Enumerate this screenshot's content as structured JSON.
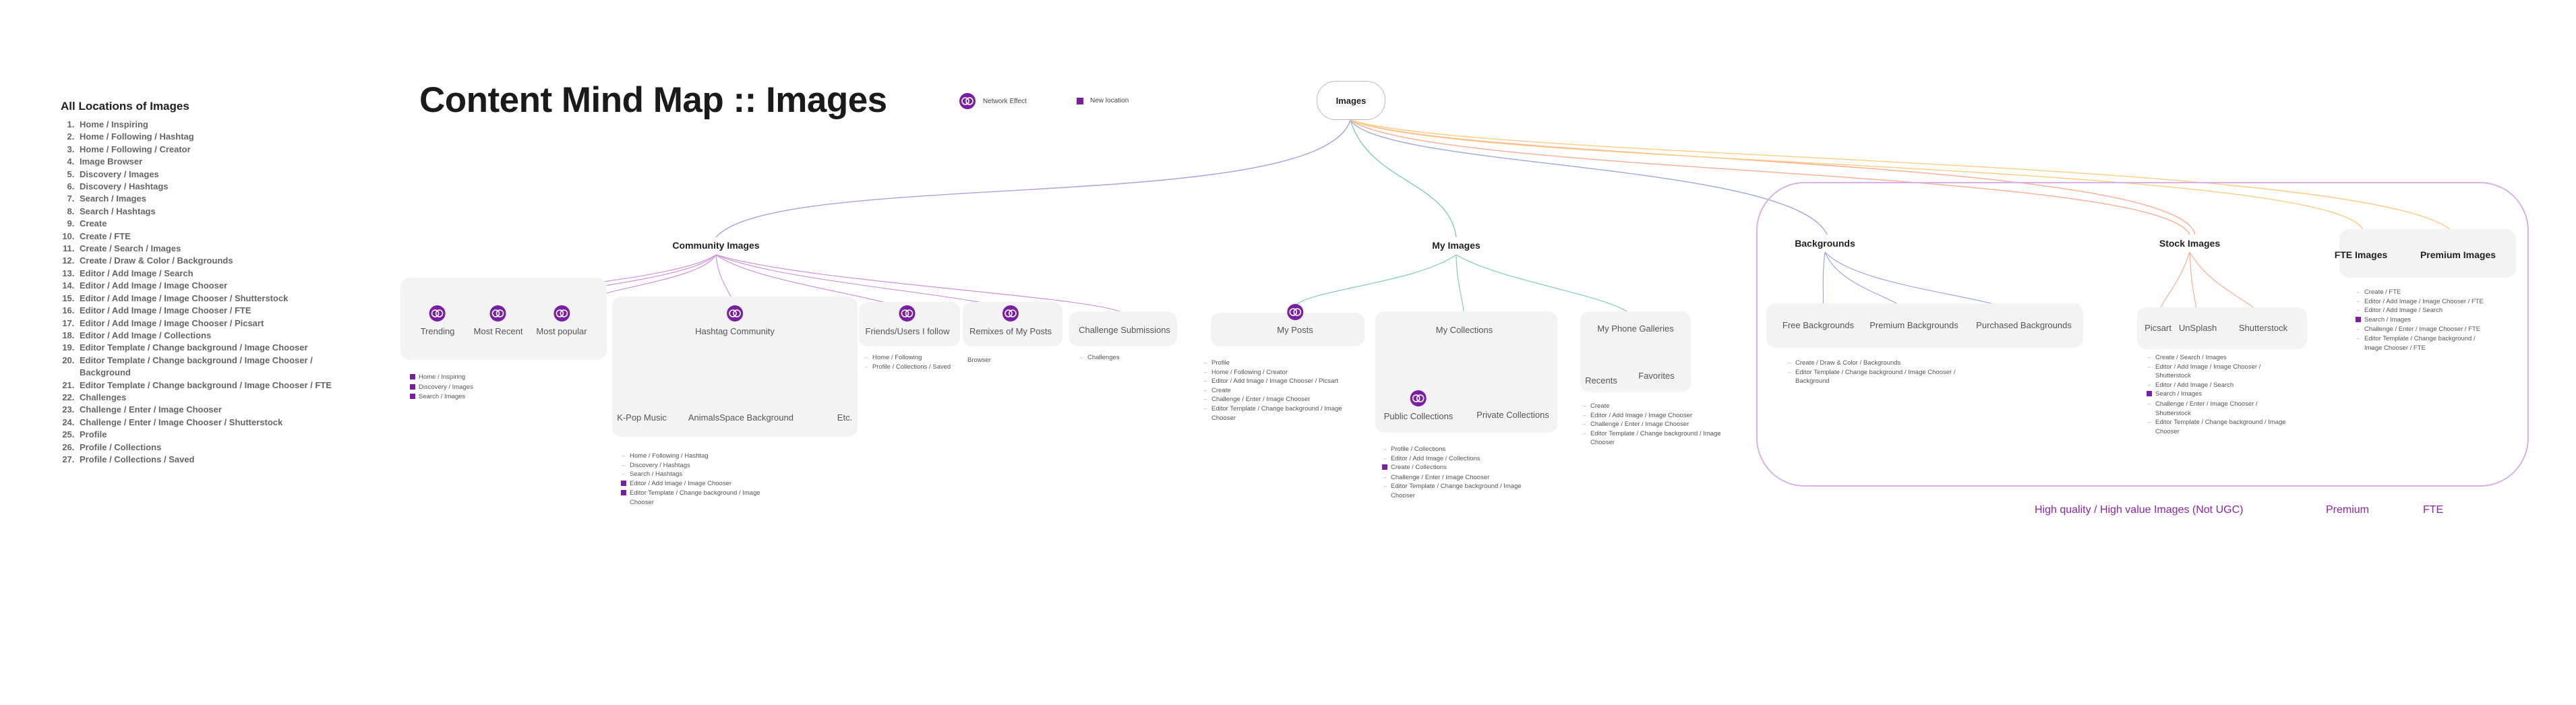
{
  "title": "Content Mind Map :: Images",
  "legend": {
    "network_effect": "Network Effect",
    "new_location": "New location"
  },
  "sidebar": {
    "title": "All Locations of Images",
    "items": [
      "Home / Inspiring",
      "Home / Following / Hashtag",
      "Home / Following / Creator",
      "Image Browser",
      "Discovery / Images",
      "Discovery / Hashtags",
      "Search / Images",
      "Search / Hashtags",
      "Create",
      "Create / FTE",
      "Create / Search / Images",
      "Create / Draw & Color / Backgrounds",
      "Editor / Add Image / Search",
      "Editor / Add Image / Image Chooser",
      "Editor / Add Image / Image Chooser / Shutterstock",
      "Editor / Add Image / Image Chooser / FTE",
      "Editor / Add Image / Image Chooser / Picsart",
      "Editor / Add Image / Collections",
      "Editor Template / Change background / Image Chooser",
      "Editor Template / Change background / Image Chooser / Background",
      "Editor Template / Change background / Image Chooser / FTE",
      "Challenges",
      "Challenge / Enter / Image Chooser",
      "Challenge / Enter / Image Chooser / Shutterstock",
      "Profile",
      "Profile / Collections",
      "Profile / Collections / Saved"
    ]
  },
  "root": "Images",
  "categories": {
    "community": "Community Images",
    "my_images": "My Images",
    "backgrounds": "Backgrounds",
    "stock": "Stock Images",
    "fte": "FTE Images",
    "premium": "Premium Images"
  },
  "nodes": {
    "trending": "Trending",
    "most_recent": "Most Recent",
    "most_popular": "Most popular",
    "hashtag_community": "Hashtag Community",
    "kpop": "K-Pop Music",
    "animals": "Animals",
    "space": "Space Background",
    "etc": "Etc.",
    "friends": "Friends/Users I follow",
    "remixes": "Remixes of My Posts",
    "challenge_submissions": "Challenge Submissions",
    "my_posts": "My Posts",
    "my_collections": "My Collections",
    "public_collections": "Public Collections",
    "private_collections": "Private Collections",
    "phone_galleries": "My Phone Galleries",
    "recents": "Recents",
    "favorites": "Favorites",
    "free_bg": "Free Backgrounds",
    "premium_bg": "Premium Backgrounds",
    "purchased_bg": "Purchased Backgrounds",
    "picsart": "Picsart",
    "unsplash": "UnSplash",
    "shutterstock": "Shutterstock"
  },
  "locations": {
    "trending": [
      {
        "text": "Home / Inspiring",
        "new": true
      },
      {
        "text": "Discovery / Images",
        "new": true
      },
      {
        "text": "Search / Images",
        "new": true
      }
    ],
    "hashtag": [
      {
        "text": "Home / Following / Hashtag",
        "new": false
      },
      {
        "text": "Discovery / Hashtags",
        "new": false
      },
      {
        "text": "Search / Hashtags",
        "new": false
      },
      {
        "text": "Editor / Add Image / Image Chooser",
        "new": true
      },
      {
        "text": "Editor Template / Change background / Image Chooser",
        "new": true
      }
    ],
    "friends": [
      {
        "text": "Home / Following",
        "new": false
      },
      {
        "text": "Profile / Collections / Saved",
        "new": false
      }
    ],
    "remixes": [
      {
        "text": "Browser",
        "new": false
      }
    ],
    "challenges": [
      {
        "text": "Challenges",
        "new": false
      }
    ],
    "my_posts": [
      {
        "text": "Profile",
        "new": false
      },
      {
        "text": "Home / Following / Creator",
        "new": false
      },
      {
        "text": "Editor / Add Image / Image Chooser / Picsart",
        "new": false
      },
      {
        "text": "Create",
        "new": false
      },
      {
        "text": "Challenge / Enter / Image Chooser",
        "new": false
      },
      {
        "text": "Editor Template / Change background / Image Chooser",
        "new": false
      }
    ],
    "collections": [
      {
        "text": "Profile / Collections",
        "new": false
      },
      {
        "text": "Editor / Add Image / Collections",
        "new": false
      },
      {
        "text": "Create / Collections",
        "new": true
      },
      {
        "text": "Challenge / Enter / Image Chooser",
        "new": false
      },
      {
        "text": "Editor Template / Change background / Image Chooser",
        "new": false
      }
    ],
    "phone": [
      {
        "text": "Create",
        "new": false
      },
      {
        "text": "Editor / Add Image / Image Chooser",
        "new": false
      },
      {
        "text": "Challenge / Enter / Image Chooser",
        "new": false
      },
      {
        "text": "Editor Template / Change background / Image Chooser",
        "new": false
      }
    ],
    "backgrounds": [
      {
        "text": "Create / Draw & Color / Backgrounds",
        "new": false
      },
      {
        "text": "Editor Template / Change background / Image Chooser / Background",
        "new": false
      }
    ],
    "stock": [
      {
        "text": "Create / Search / Images",
        "new": false
      },
      {
        "text": "Editor / Add Image / Image Chooser / Shutterstock",
        "new": false
      },
      {
        "text": "Editor / Add Image / Search",
        "new": false
      },
      {
        "text": "Search / Images",
        "new": true
      },
      {
        "text": "Challenge / Enter / Image Chooser / Shutterstock",
        "new": false
      },
      {
        "text": "Editor Template / Change background / Image Chooser",
        "new": false
      }
    ],
    "fte": [
      {
        "text": "Create / FTE",
        "new": false
      },
      {
        "text": "Editor / Add Image / Image Chooser / FTE",
        "new": false
      },
      {
        "text": "Editor / Add Image / Search",
        "new": false
      },
      {
        "text": "Search / Images",
        "new": true
      },
      {
        "text": "Challenge / Enter / Image Chooser / FTE",
        "new": false
      },
      {
        "text": "Editor Template / Change background / Image Chooser / FTE",
        "new": false
      }
    ]
  },
  "footer": {
    "hq": "High quality / High value Images (Not UGC)",
    "premium": "Premium",
    "fte": "FTE"
  },
  "colors": {
    "accent": "#7b1fa2",
    "community_branch": "#b39ddb",
    "community_children": "#ce93d8",
    "my_images_branch": "#80cbc4",
    "backgrounds_branch": "#9fa8da",
    "stock_branch": "#ffab91",
    "fte_branch": "#ffcc80",
    "bracket": "#d8b2e6",
    "footer_text": "#8e24aa"
  }
}
